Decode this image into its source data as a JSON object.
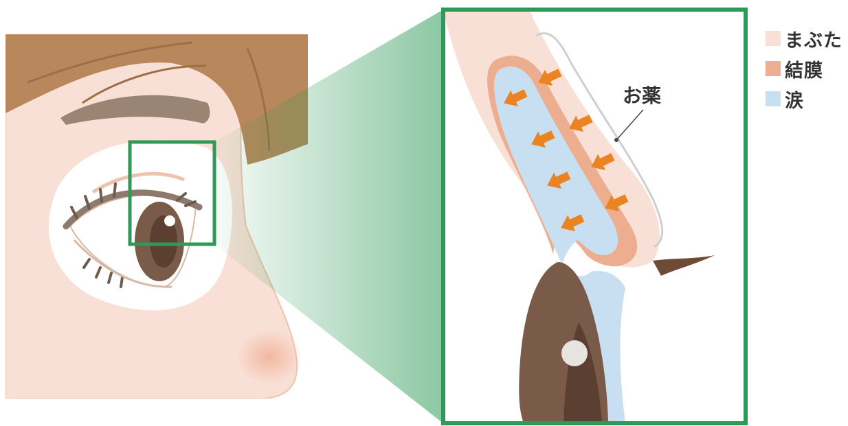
{
  "legend": [
    {
      "label": "まぶた",
      "color": "#f9e0d6"
    },
    {
      "label": "結膜",
      "color": "#ecae8f"
    },
    {
      "label": "涙",
      "color": "#c7dff1"
    }
  ],
  "callout": {
    "label": "お薬"
  },
  "colors": {
    "frame": "#2e9a57",
    "arrow": "#ea8422",
    "skin": "#f9e0d6",
    "hair": "#b8875b",
    "iris": "#7a5a48"
  }
}
